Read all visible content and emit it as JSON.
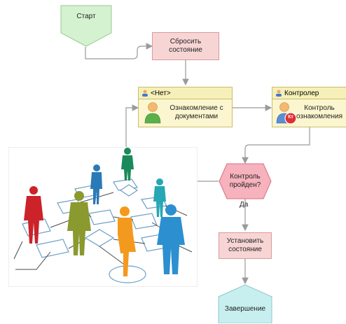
{
  "nodes": {
    "start": "Старт",
    "reset_state": "Сбросить\nсостояние",
    "task1_header": "<Нет>",
    "task1_body": "Ознакомление с\nдокументами",
    "task2_header": "Контролер",
    "task2_body": "Контроль\nознакомления",
    "decision": "Контроль\nпройден?",
    "branch_yes": "Да",
    "set_state": "Установить\nсостояние",
    "finish": "Завершение"
  },
  "badges": {
    "controller_badge": "Кт"
  },
  "colors": {
    "start_fill": "#d4f2d0",
    "start_stroke": "#9cc796",
    "reset_fill": "#f8d5d5",
    "reset_stroke": "#d99a9a",
    "task_fill": "#fbf6cf",
    "task_header_fill": "#f6f0b8",
    "decision_fill": "#f6b2bd",
    "decision_stroke": "#d9707f",
    "finish_fill": "#c8efef",
    "finish_stroke": "#8cc8c8",
    "connector": "#9a9a9a",
    "illustration_people": [
      "#cc2229",
      "#8a9a2e",
      "#f39a1e",
      "#2a7ab8",
      "#1a8a5a",
      "#27a7b3",
      "#2c8fd0"
    ]
  }
}
